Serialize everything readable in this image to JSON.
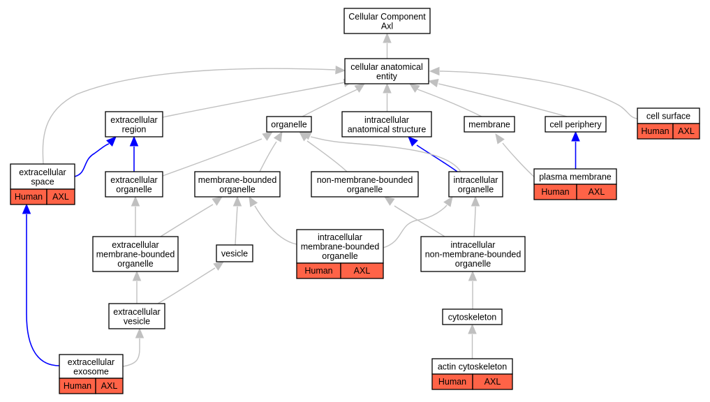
{
  "diagram": {
    "nodes": {
      "root": [
        "Cellular Component",
        "Axl"
      ],
      "cae": [
        "cellular anatomical",
        "entity"
      ],
      "ecregion": [
        "extracellular",
        "region"
      ],
      "organelle": [
        "organelle"
      ],
      "ias": [
        "intracellular",
        "anatomical structure"
      ],
      "membrane": [
        "membrane"
      ],
      "cellperiph": [
        "cell periphery"
      ],
      "cellsurface": [
        "cell surface"
      ],
      "ecspace": [
        "extracellular",
        "space"
      ],
      "ecorganelle": [
        "extracellular",
        "organelle"
      ],
      "mbo": [
        "membrane-bounded",
        "organelle"
      ],
      "nmbo": [
        "non-membrane-bounded",
        "organelle"
      ],
      "icorganelle": [
        "intracellular",
        "organelle"
      ],
      "plasmamem": [
        "plasma membrane"
      ],
      "ecmbo": [
        "extracellular",
        "membrane-bounded",
        "organelle"
      ],
      "vesicle": [
        "vesicle"
      ],
      "icmbo": [
        "intracellular",
        "membrane-bounded",
        "organelle"
      ],
      "icnmbo": [
        "intracellular",
        "non-membrane-bounded",
        "organelle"
      ],
      "ecvesicle": [
        "extracellular",
        "vesicle"
      ],
      "cytoskeleton": [
        "cytoskeleton"
      ],
      "ecexosome": [
        "extracellular",
        "exosome"
      ],
      "actincyto": [
        "actin cytoskeleton"
      ]
    },
    "annotation": {
      "species": "Human",
      "gene": "AXL"
    },
    "colors": {
      "annotation_fill": "#ff6347",
      "is_a_edge": "#c0c0c0",
      "part_of_edge": "#0000ff"
    }
  }
}
